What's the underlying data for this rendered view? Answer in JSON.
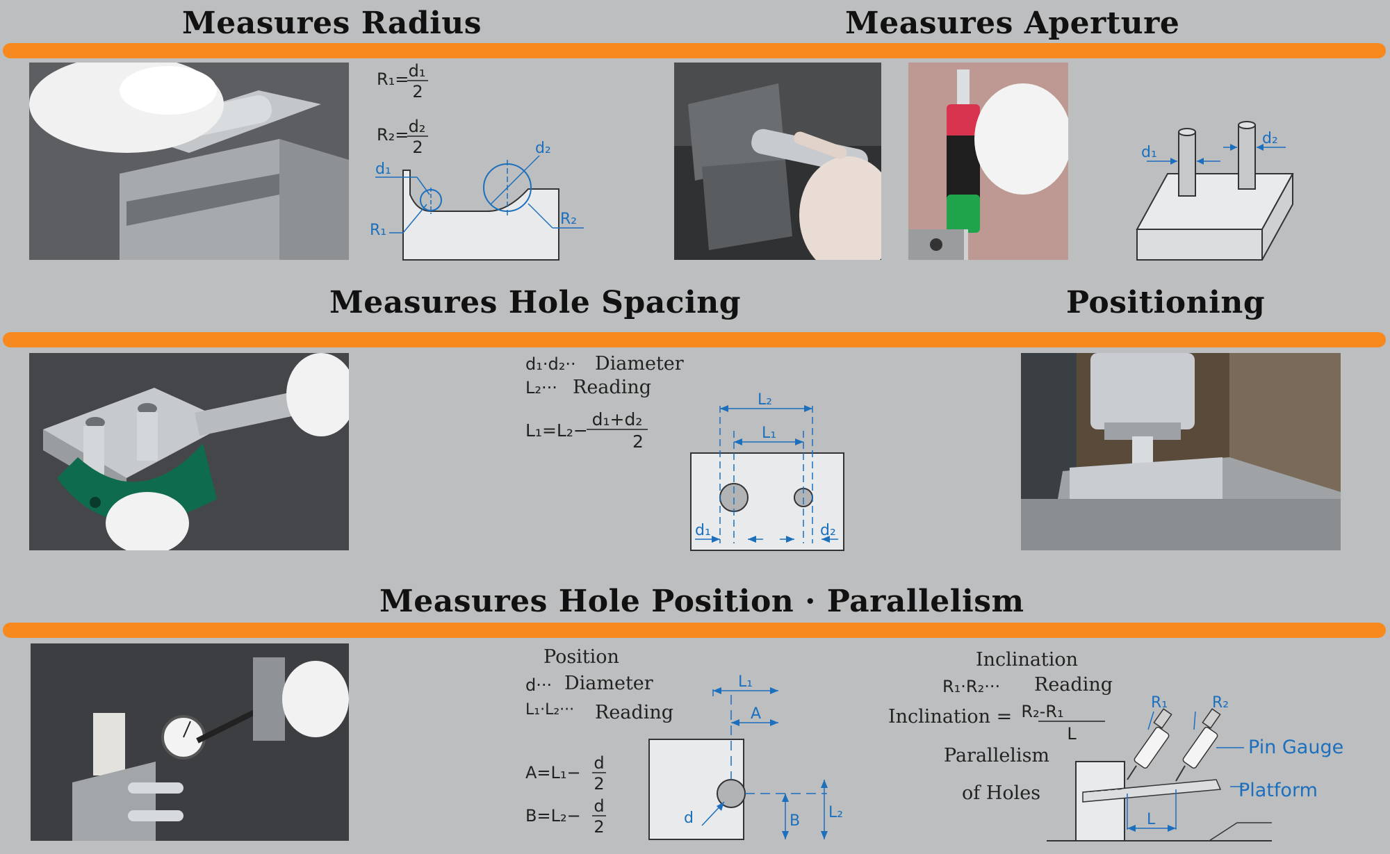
{
  "sections": {
    "radius": {
      "title": "Measures Radius"
    },
    "aperture": {
      "title": "Measures Aperture"
    },
    "hole_spacing": {
      "title": "Measures Hole Spacing"
    },
    "positioning": {
      "title": "Positioning"
    },
    "hole_position": {
      "title": "Measures Hole Position · Parallelism"
    }
  },
  "radius_diagram": {
    "eq1_lhs": "R₁=",
    "eq1_num": "d₁",
    "eq1_den": "2",
    "eq2_lhs": "R₂=",
    "eq2_num": "d₂",
    "eq2_den": "2",
    "d1": "d₁",
    "d2": "d₂",
    "r1": "R₁",
    "r2": "R₂"
  },
  "aperture_diagram": {
    "d1": "d₁",
    "d2": "d₂"
  },
  "spacing_diagram": {
    "legend1_sym": "d₁·d₂··",
    "legend1_text": "Diameter",
    "legend2_sym": "L₂···",
    "legend2_text": "Reading",
    "formula_lhs": "L₁=L₂−",
    "formula_num": "d₁+d₂",
    "formula_den": "2",
    "L1": "L₁",
    "L2": "L₂",
    "d1": "d₁",
    "d2": "d₂"
  },
  "position_diagram": {
    "title": "Position",
    "legend1_sym": "d···",
    "legend1_text": "Diameter",
    "legend2_sym": "L₁·L₂···",
    "legend2_text": "Reading",
    "eqA_lhs": "A=L₁−",
    "eqA_num": "d",
    "eqA_den": "2",
    "eqB_lhs": "B=L₂−",
    "eqB_num": "d",
    "eqB_den": "2",
    "L1": "L₁",
    "A": "A",
    "B": "B",
    "L2": "L₂",
    "d": "d"
  },
  "parallelism_diagram": {
    "title": "Inclination",
    "legend_sym": "R₁·R₂···",
    "legend_text": "Reading",
    "formula_lhs": "Inclination =",
    "formula_num": "R₂-R₁",
    "formula_den": "L",
    "parallelism_line1": "Parallelism",
    "parallelism_line2": "of Holes",
    "R1": "R₁",
    "R2": "R₂",
    "pin_gauge": "Pin Gauge",
    "platform": "Platform",
    "L": "L"
  },
  "colors": {
    "accent_bar": "#f7891e",
    "annotation_blue": "#1b6fbd",
    "background": "#bdbebf"
  }
}
